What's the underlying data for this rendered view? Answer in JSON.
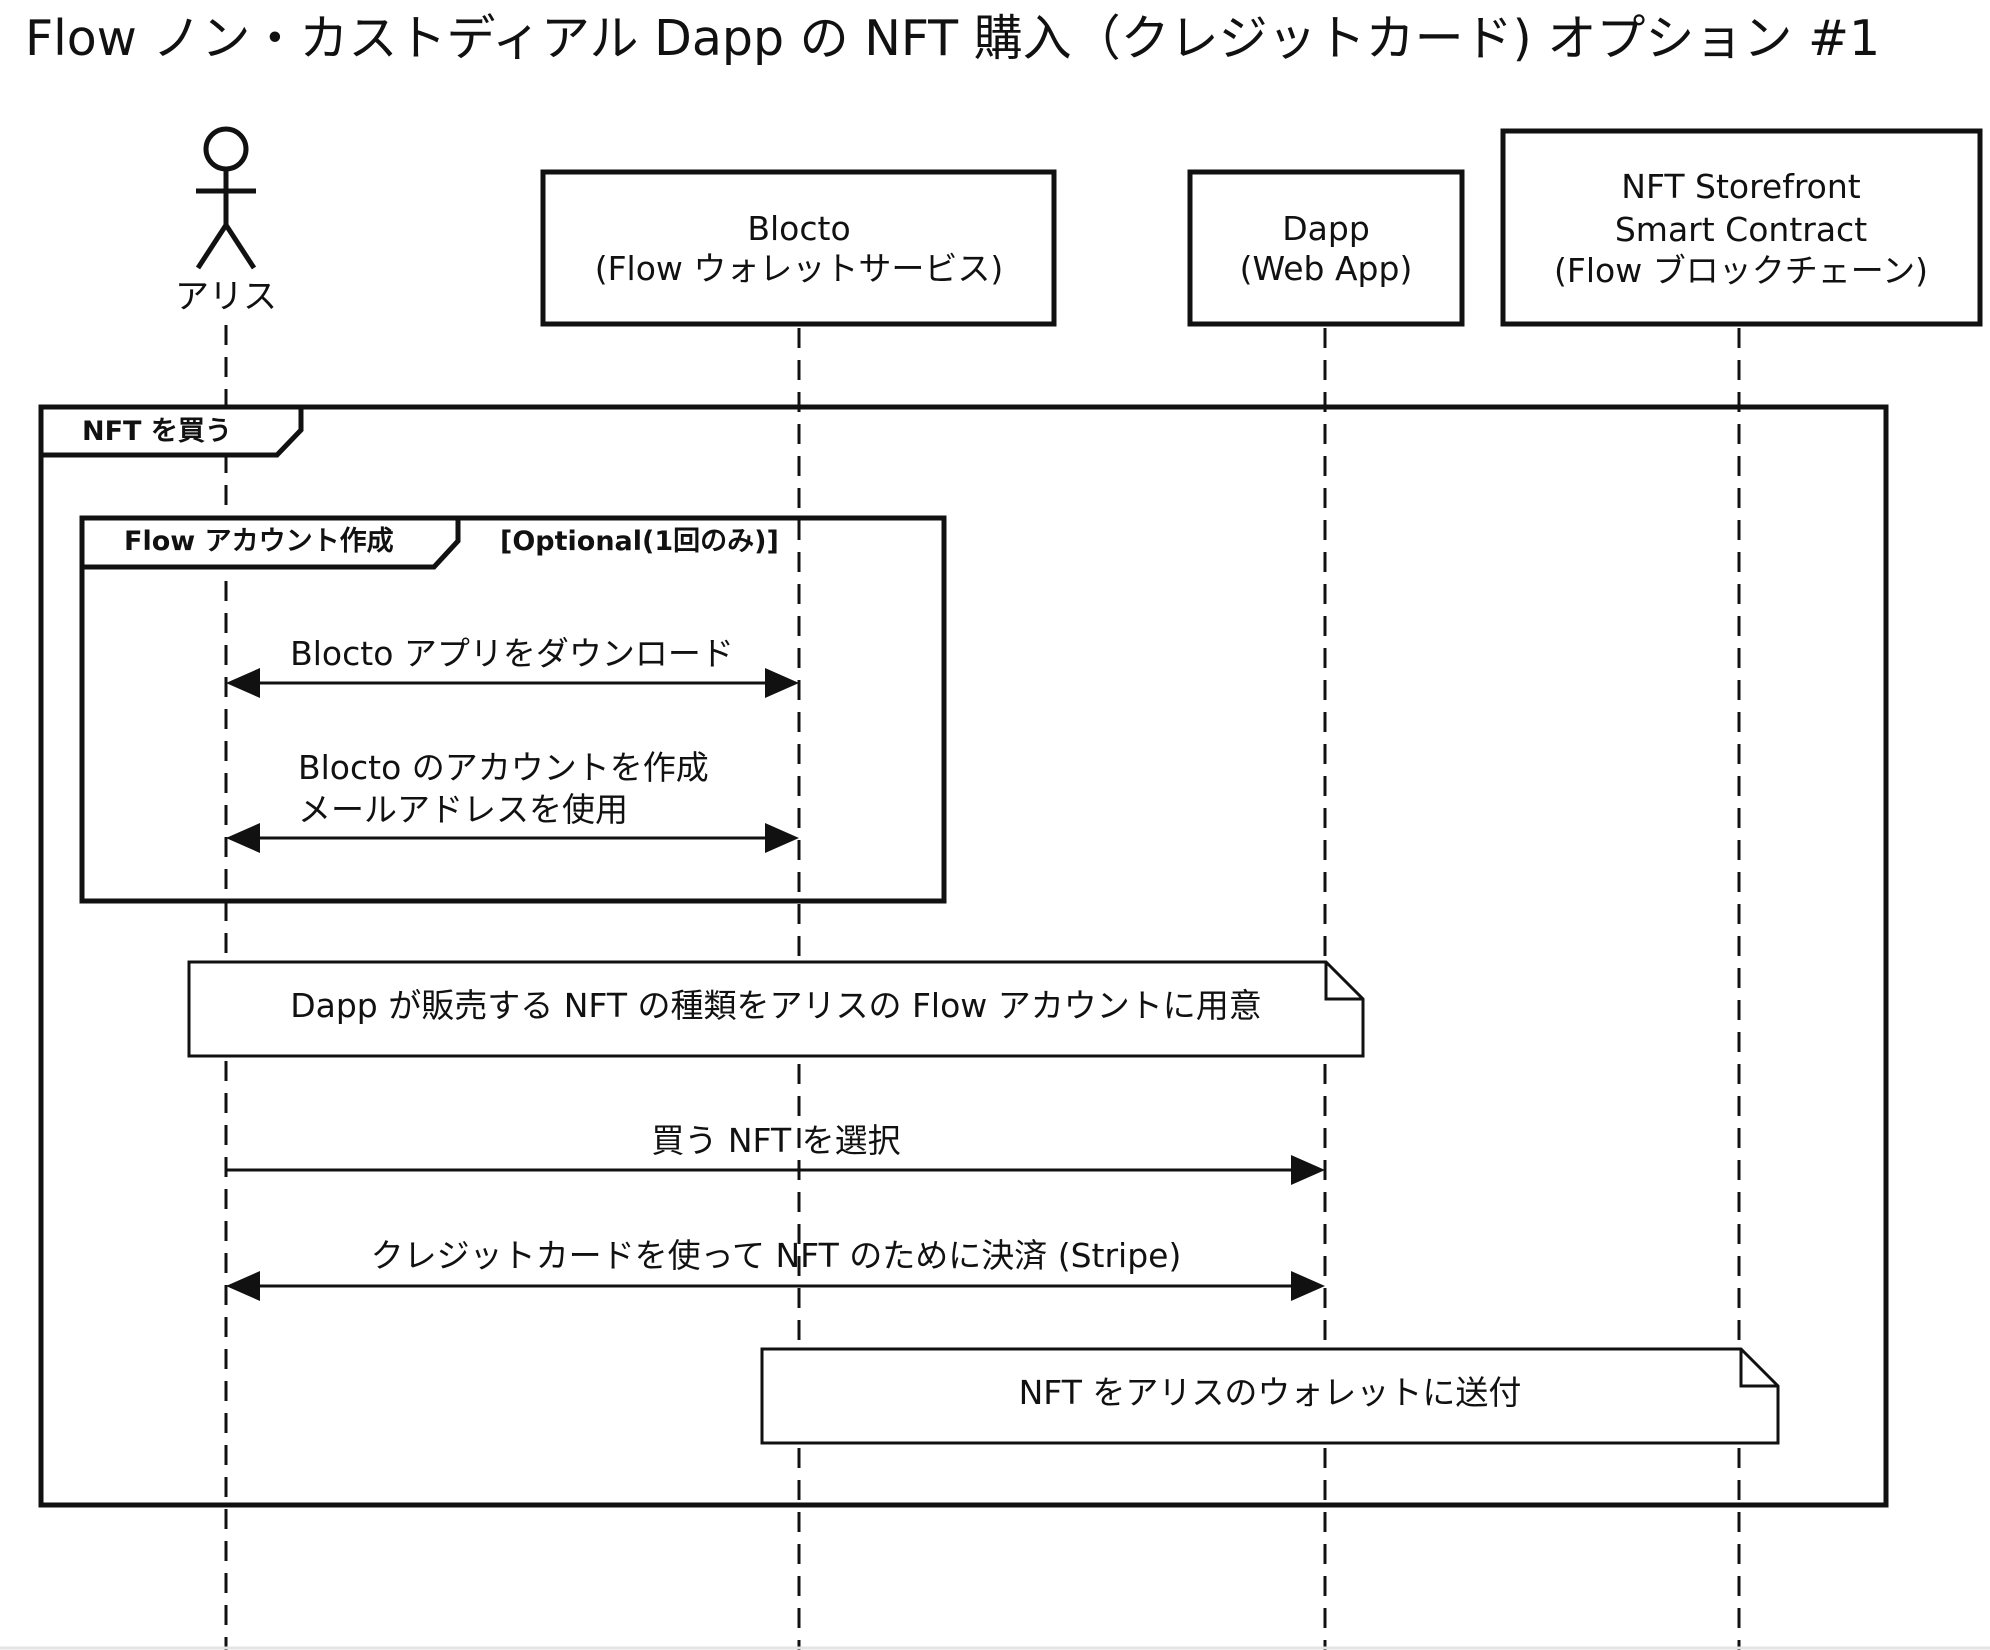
{
  "title": "Flow ノン・カストディアル Dapp の NFT 購入（クレジットカード) オプション #1",
  "actor": {
    "name": "アリス",
    "icon": "stick-figure-icon"
  },
  "participants": [
    {
      "id": "blocto",
      "lines": [
        "Blocto",
        "(Flow ウォレットサービス)"
      ]
    },
    {
      "id": "dapp",
      "lines": [
        "Dapp",
        "(Web App)"
      ]
    },
    {
      "id": "storefront",
      "lines": [
        "NFT Storefront",
        "Smart Contract",
        "(Flow ブロックチェーン)"
      ]
    }
  ],
  "frames": {
    "outer": {
      "label": "NFT を買う"
    },
    "inner": {
      "label": "Flow アカウント作成",
      "guard": "[Optional(1回のみ)]"
    }
  },
  "messages": [
    {
      "lines": [
        "Blocto アプリをダウンロード"
      ]
    },
    {
      "lines": [
        "Blocto のアカウントを作成",
        "メールアドレスを使用"
      ]
    },
    {
      "lines": [
        "買う NFT を選択"
      ]
    },
    {
      "lines": [
        "クレジットカードを使って NFT のために決済 (Stripe)"
      ]
    }
  ],
  "notes": [
    {
      "text": "Dapp が販売する NFT の種類をアリスの Flow アカウントに用意"
    },
    {
      "text": "NFT をアリスのウォレットに送付"
    }
  ],
  "colors": {
    "stroke": "#111111",
    "background": "#ffffff"
  }
}
